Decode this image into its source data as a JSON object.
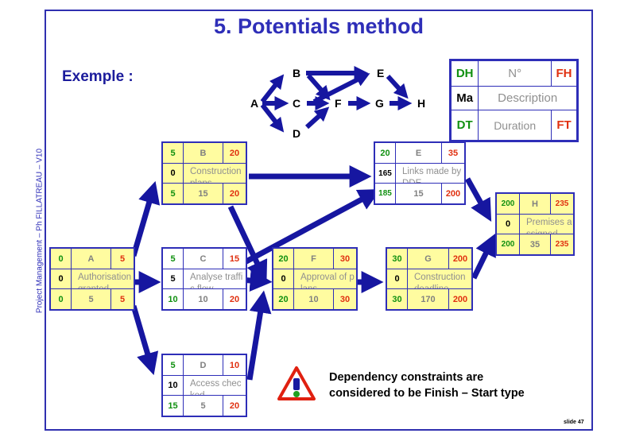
{
  "title": "5. Potentials method",
  "sidebar_text": "Project Management – Ph FILLATREAU – V10",
  "example_label": "Exemple :",
  "mini_nodes": [
    "A",
    "B",
    "C",
    "D",
    "E",
    "F",
    "G",
    "H"
  ],
  "legend": {
    "rows": [
      [
        "DH",
        "N°",
        "FH"
      ],
      [
        "Ma",
        "Description",
        ""
      ],
      [
        "DT",
        "Duration",
        "FT"
      ]
    ]
  },
  "tasks": [
    {
      "id": "A",
      "top": [
        "0",
        "A",
        "5"
      ],
      "mid": [
        "0",
        "Authorisation granted"
      ],
      "bot": [
        "0",
        "5",
        "5"
      ]
    },
    {
      "id": "B",
      "top": [
        "5",
        "B",
        "20"
      ],
      "mid": [
        "0",
        "Construction plans"
      ],
      "bot": [
        "5",
        "15",
        "20"
      ]
    },
    {
      "id": "C",
      "top": [
        "5",
        "C",
        "15"
      ],
      "mid": [
        "5",
        "Analyse traffic flow"
      ],
      "bot": [
        "10",
        "10",
        "20"
      ]
    },
    {
      "id": "D",
      "top": [
        "5",
        "D",
        "10"
      ],
      "mid": [
        "10",
        "Access checked"
      ],
      "bot": [
        "15",
        "5",
        "20"
      ]
    },
    {
      "id": "E",
      "top": [
        "20",
        "E",
        "35"
      ],
      "mid": [
        "165",
        "Links made by DDE"
      ],
      "bot": [
        "185",
        "15",
        "200"
      ]
    },
    {
      "id": "F",
      "top": [
        "20",
        "F",
        "30"
      ],
      "mid": [
        "0",
        "Approval of plans"
      ],
      "bot": [
        "20",
        "10",
        "30"
      ]
    },
    {
      "id": "G",
      "top": [
        "30",
        "G",
        "200"
      ],
      "mid": [
        "0",
        "Construction deadline"
      ],
      "bot": [
        "30",
        "170",
        "200"
      ]
    },
    {
      "id": "H",
      "top": [
        "200",
        "H",
        "235"
      ],
      "mid": [
        "0",
        "Premises assigned"
      ],
      "bot": [
        "200",
        "35",
        "235"
      ]
    }
  ],
  "note": {
    "line1": "Dependency constraints are",
    "line2": "considered to be Finish – Start type"
  },
  "slide_number": "slide 47",
  "colors": {
    "frame": "#2e2eb8",
    "arrow": "#1616a0",
    "task_fill": "#fffca0",
    "early": "#109010",
    "late": "#e03010"
  }
}
